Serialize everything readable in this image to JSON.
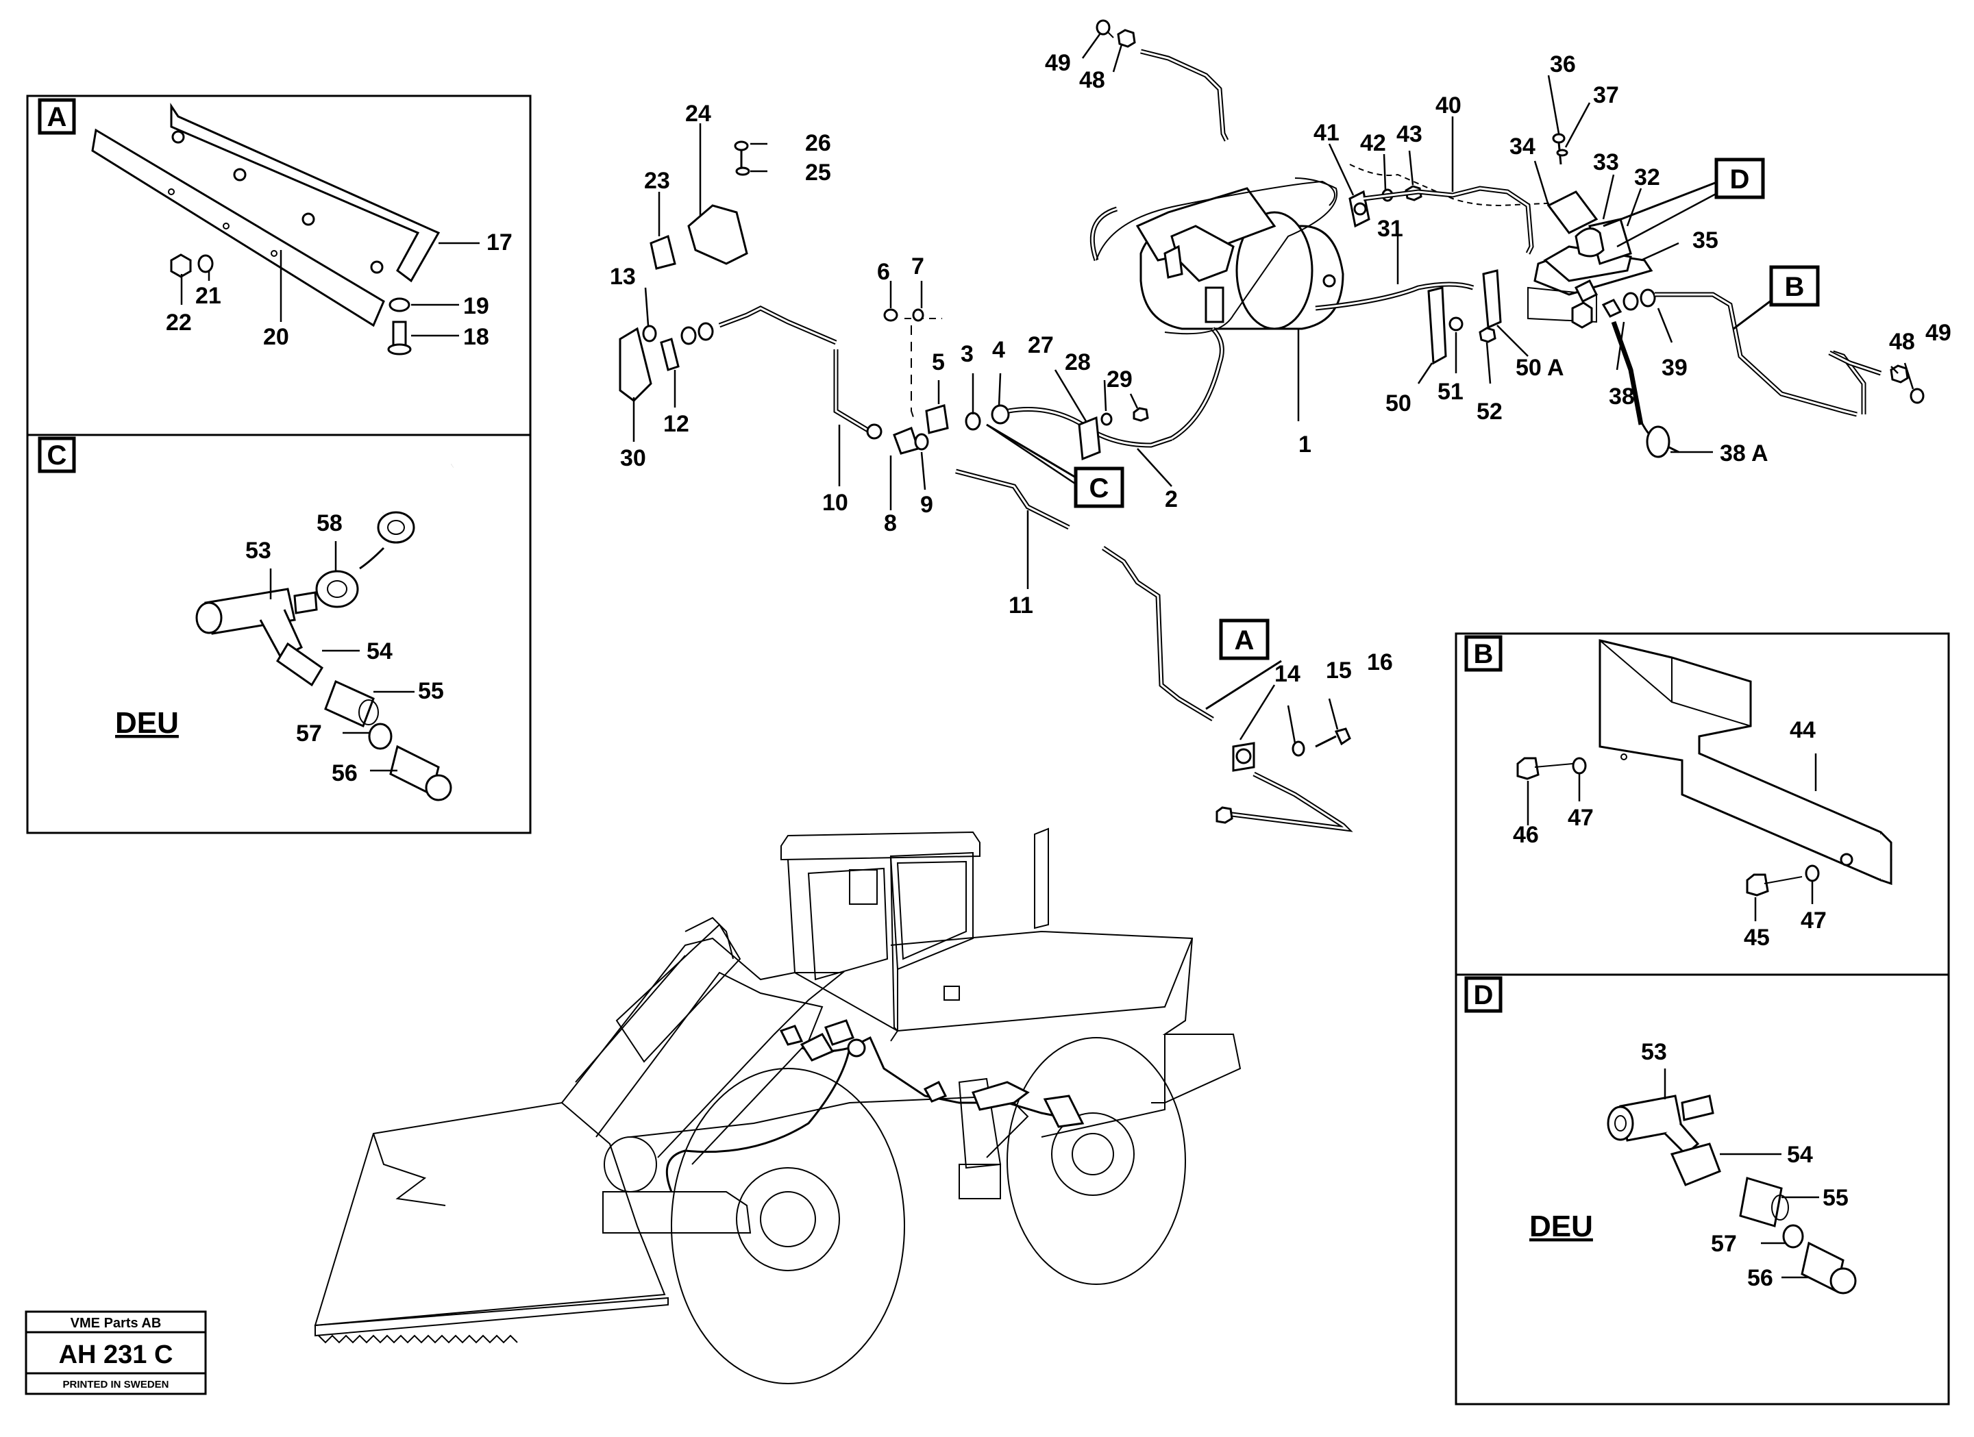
{
  "detail_boxes": {
    "A": {
      "letter": "A",
      "parts": {
        "p17": "17",
        "p18": "18",
        "p19": "19",
        "p20": "20",
        "p21": "21",
        "p22": "22"
      }
    },
    "C": {
      "letter": "C",
      "note": "DEU",
      "parts": {
        "p53": "53",
        "p54": "54",
        "p55": "55",
        "p56": "56",
        "p57": "57",
        "p58": "58"
      }
    },
    "B": {
      "letter": "B",
      "parts": {
        "p44": "44",
        "p45": "45",
        "p46": "46",
        "p47a": "47",
        "p47b": "47"
      }
    },
    "D": {
      "letter": "D",
      "note": "DEU",
      "parts": {
        "p53": "53",
        "p54": "54",
        "p55": "55",
        "p56": "56",
        "p57": "57"
      }
    }
  },
  "callouts": {
    "A": "A",
    "B": "B",
    "C": "C",
    "D": "D"
  },
  "main_parts": {
    "p1": "1",
    "p2": "2",
    "p3": "3",
    "p4": "4",
    "p5": "5",
    "p6": "6",
    "p7": "7",
    "p8": "8",
    "p9": "9",
    "p10": "10",
    "p11": "11",
    "p12": "12",
    "p13": "13",
    "p14": "14",
    "p15": "15",
    "p16": "16",
    "p23": "23",
    "p24": "24",
    "p25": "25",
    "p26": "26",
    "p27": "27",
    "p28": "28",
    "p29": "29",
    "p30": "30",
    "p31": "31",
    "p32": "32",
    "p33": "33",
    "p34": "34",
    "p35": "35",
    "p36": "36",
    "p37": "37",
    "p38": "38",
    "p38A": "38 A",
    "p39": "39",
    "p40": "40",
    "p41": "41",
    "p42": "42",
    "p43": "43",
    "p48a": "48",
    "p48b": "48",
    "p49a": "49",
    "p49b": "49",
    "p50": "50",
    "p50A": "50 A",
    "p51": "51",
    "p52": "52"
  },
  "title_block": {
    "company": "VME Parts AB",
    "drawing_number": "AH 231 C",
    "printed": "PRINTED IN SWEDEN"
  }
}
